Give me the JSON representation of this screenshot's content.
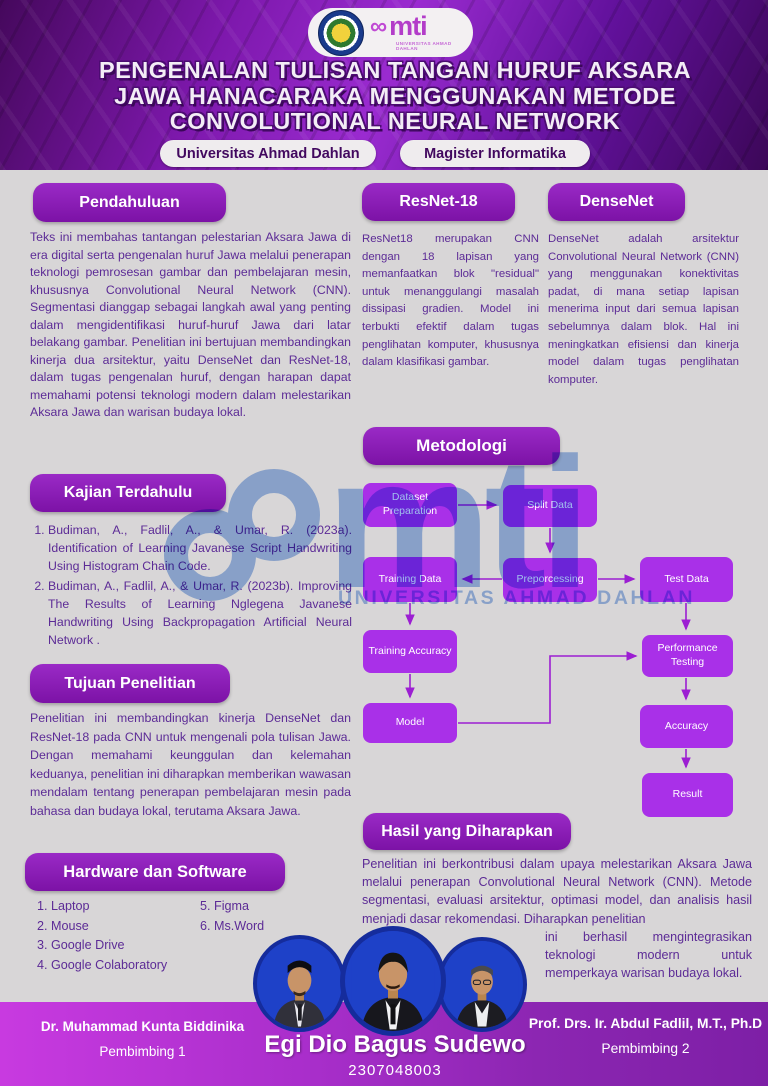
{
  "header": {
    "title_line1": "PENGENALAN TULISAN TANGAN HURUF AKSARA",
    "title_line2": "JAWA HANACARAKA MENGGUNAKAN METODE",
    "title_line3": "CONVOLUTIONAL NEURAL NETWORK",
    "pill_left": "Universitas Ahmad Dahlan",
    "pill_right": "Magister Informatika",
    "logo": {
      "mti_symbol": "∞",
      "mti_text": "mti",
      "mti_subtext": "UNIVERSITAS AHMAD DAHLAN"
    }
  },
  "sections": {
    "pendahuluan": {
      "title": "Pendahuluan",
      "body": "Teks ini membahas tantangan pelestarian Aksara Jawa di era digital serta pengenalan huruf Jawa melalui penerapan teknologi pemrosesan gambar dan pembelajaran mesin, khususnya Convolutional Neural Network (CNN). Segmentasi dianggap sebagai langkah awal yang penting dalam mengidentifikasi huruf-huruf Jawa dari latar belakang gambar. Penelitian ini bertujuan membandingkan kinerja dua arsitektur, yaitu DenseNet dan ResNet-18, dalam tugas pengenalan huruf, dengan harapan dapat memahami potensi teknologi modern dalam melestarikan Aksara Jawa dan warisan budaya lokal."
    },
    "kajian": {
      "title": "Kajian Terdahulu",
      "items": [
        "Budiman, A., Fadlil, A., & Umar, R. (2023a). Identification of Learning Javanese Script Handwriting Using Histogram Chain Code.",
        "Budiman, A., Fadlil, A., & Umar, R. (2023b). Improving The Results of Learning Nglegena Javanese Handwriting Using Backpropagation Artificial Neural Network ."
      ]
    },
    "tujuan": {
      "title": "Tujuan Penelitian",
      "body": "Penelitian ini membandingkan kinerja DenseNet dan ResNet-18 pada CNN untuk mengenali pola tulisan Jawa. Dengan memahami keunggulan dan kelemahan keduanya, penelitian ini diharapkan memberikan wawasan mendalam tentang penerapan pembelajaran mesin pada bahasa dan budaya lokal, terutama Aksara Jawa."
    },
    "hardware": {
      "title": "Hardware dan Software",
      "items": [
        "Laptop",
        "Mouse",
        "Google Drive",
        "Google Colaboratory",
        "Figma",
        "Ms.Word"
      ]
    },
    "resnet": {
      "title": "ResNet-18",
      "body": "ResNet18 merupakan CNN dengan 18 lapisan yang memanfaatkan blok \"residual\" untuk menanggulangi masalah dissipasi gradien. Model ini terbukti efektif dalam tugas penglihatan komputer, khususnya dalam klasifikasi gambar."
    },
    "densenet": {
      "title": "DenseNet",
      "body": "DenseNet adalah arsitektur Convolutional Neural Network (CNN) yang menggunakan konektivitas padat, di mana setiap lapisan menerima input dari semua lapisan sebelumnya dalam blok. Hal ini meningkatkan efisiensi dan kinerja model dalam tugas penglihatan komputer."
    },
    "metodologi": {
      "title": "Metodologi",
      "nodes": [
        "Dataset Preparation",
        "Split Data",
        "Training Data",
        "Preporcessing",
        "Test Data",
        "Training Accuracy",
        "Performance Testing",
        "Model",
        "Accuracy",
        "Result"
      ]
    },
    "hasil": {
      "title": "Hasil yang Diharapkan",
      "body_1": "Penelitian ini berkontribusi dalam upaya melestarikan Aksara Jawa melalui penerapan Convolutional Neural Network (CNN). Metode segmentasi, evaluasi arsitektur, optimasi model, dan analisis hasil menjadi dasar rekomendasi. Diharapkan penelitian",
      "body_2": "ini berhasil mengintegrasikan teknologi modern untuk memperkaya warisan budaya lokal."
    }
  },
  "watermark": {
    "symbol": "∞",
    "text": "mti",
    "subtext": "UNIVERSITAS AHMAD DAHLAN"
  },
  "footer": {
    "left_name": "Dr. Muhammad Kunta Biddinika",
    "left_role": "Pembimbing 1",
    "student_name": "Egi Dio Bagus Sudewo",
    "student_id": "2307048003",
    "right_name": "Prof. Drs. Ir. Abdul Fadlil, M.T., Ph.D",
    "right_role": "Pembimbing 2"
  },
  "colors": {
    "background": "#d8d6d7",
    "header_purple_dark": "#45085c",
    "header_purple_light": "#9a2bd0",
    "section_button": "#8a1cb4",
    "flow_node": "#a930e8",
    "flow_arrow": "#9c1ed2",
    "body_text": "#5c2b96",
    "watermark_blue": "#8fb0e0",
    "footer_left": "#c83ae0",
    "footer_right": "#7d1fa6",
    "photo_ring": "#152c9c",
    "photo_bg": "#1e41c8"
  }
}
